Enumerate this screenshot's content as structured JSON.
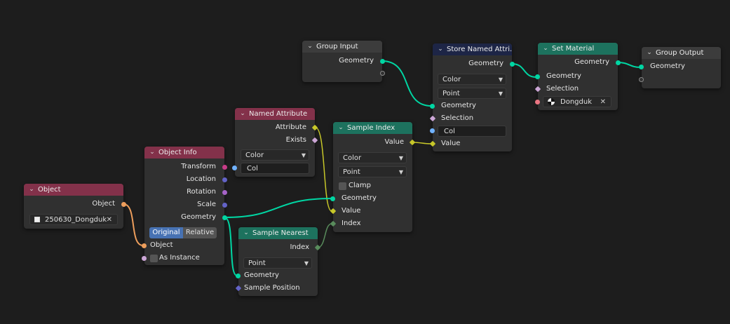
{
  "nodes": {
    "group_input": {
      "title": "Group Input",
      "geometry": "Geometry"
    },
    "store_named_attribute": {
      "title": "Store Named Attri...",
      "geometry_out": "Geometry",
      "data_type": "Color",
      "domain": "Point",
      "geometry_in": "Geometry",
      "selection": "Selection",
      "name": "Col",
      "value": "Value"
    },
    "set_material": {
      "title": "Set Material",
      "geometry_out": "Geometry",
      "geometry_in": "Geometry",
      "selection": "Selection",
      "material": "Dongduk"
    },
    "group_output": {
      "title": "Group Output",
      "geometry": "Geometry"
    },
    "named_attribute": {
      "title": "Named Attribute",
      "attribute": "Attribute",
      "exists": "Exists",
      "data_type": "Color",
      "name": "Col"
    },
    "sample_index": {
      "title": "Sample Index",
      "value_out": "Value",
      "data_type": "Color",
      "domain": "Point",
      "clamp": "Clamp",
      "geometry": "Geometry",
      "value_in": "Value",
      "index": "Index"
    },
    "object_info": {
      "title": "Object Info",
      "transform": "Transform",
      "location": "Location",
      "rotation": "Rotation",
      "scale": "Scale",
      "geometry": "Geometry",
      "mode_original": "Original",
      "mode_relative": "Relative",
      "object": "Object",
      "as_instance": "As Instance"
    },
    "object": {
      "title": "Object",
      "object_out": "Object",
      "object_value": "250630_Dongduk"
    },
    "sample_nearest": {
      "title": "Sample Nearest",
      "index": "Index",
      "domain": "Point",
      "geometry": "Geometry",
      "sample_position": "Sample Position"
    }
  },
  "colors": {
    "header_input": "#83314a",
    "header_geometry": "#1d725e",
    "header_attribute": "#1d2546",
    "header_output": "#3c3c3c",
    "socket_geometry": "#00d6a3",
    "socket_color": "#c7c729",
    "socket_int": "#598c5c",
    "socket_vector": "#6363c7",
    "socket_bool": "#cca6d6",
    "socket_matrix": "#c83c88",
    "socket_object": "#ed9e5c",
    "socket_string": "#70b2ff",
    "socket_material": "#eb7582"
  }
}
